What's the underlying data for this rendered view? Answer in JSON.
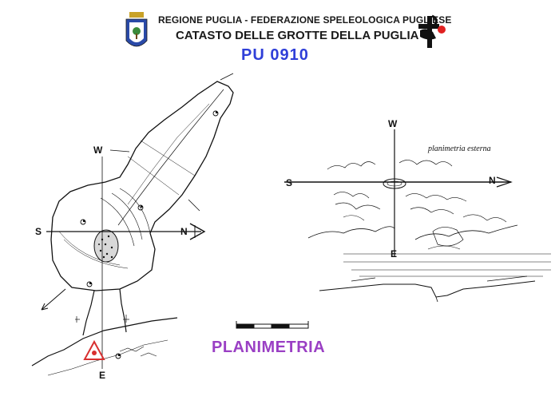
{
  "header": {
    "line1": "REGIONE PUGLIA - FEDERAZIONE SPELEOLOGICA PUGLIESE",
    "line2": "CATASTO DELLE GROTTE DELLA PUGLIA",
    "code": "PU 0910"
  },
  "title": "PLANIMETRIA",
  "left_plan": {
    "compass": {
      "w": "W",
      "s": "S",
      "n": "N",
      "e": "E"
    }
  },
  "right_plan": {
    "caption": "planimetria esterna",
    "compass": {
      "w": "W",
      "s": "S",
      "n": "N",
      "e": "E"
    }
  },
  "icons": {
    "region_logo": "region-puglia-crest-icon",
    "federation_logo": "fsp-logo-icon",
    "entrance": "entrance-triangle-icon"
  },
  "colors": {
    "code": "#2f3fd8",
    "title": "#9a3fc4",
    "entrance": "#d83030",
    "fsp_dot": "#e02020"
  }
}
